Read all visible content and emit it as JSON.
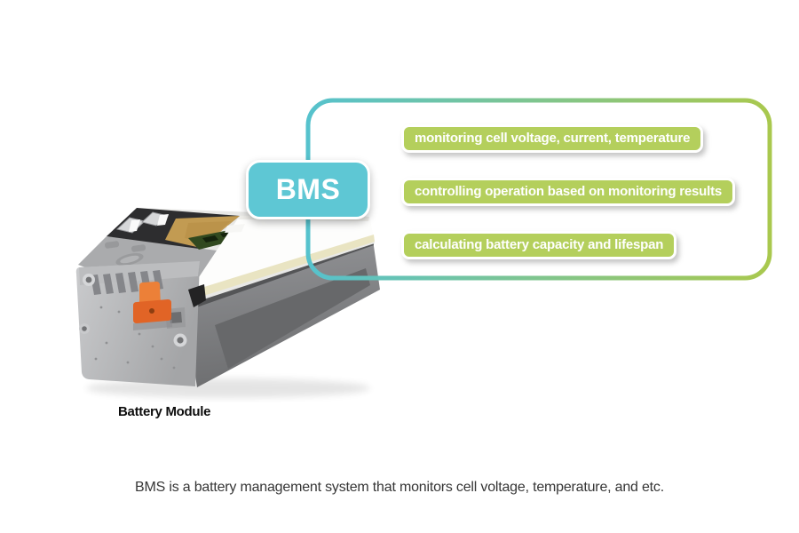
{
  "bms_box": {
    "label": "BMS"
  },
  "panel": {
    "items": [
      {
        "label": "monitoring cell voltage, current, temperature"
      },
      {
        "label": "controlling operation based on monitoring results"
      },
      {
        "label": "calculating battery capacity and lifespan"
      }
    ]
  },
  "battery": {
    "label": "Battery Module"
  },
  "caption": {
    "text": "BMS is a battery management system that monitors cell voltage, temperature, and etc."
  },
  "colors": {
    "teal": "#5ec7d4",
    "panel_border_left": "#56c2cd",
    "panel_border_right": "#a9c84e",
    "pill_green": "#b4cf5c",
    "text_dark": "#363636",
    "label_black": "#0d0d0d"
  }
}
